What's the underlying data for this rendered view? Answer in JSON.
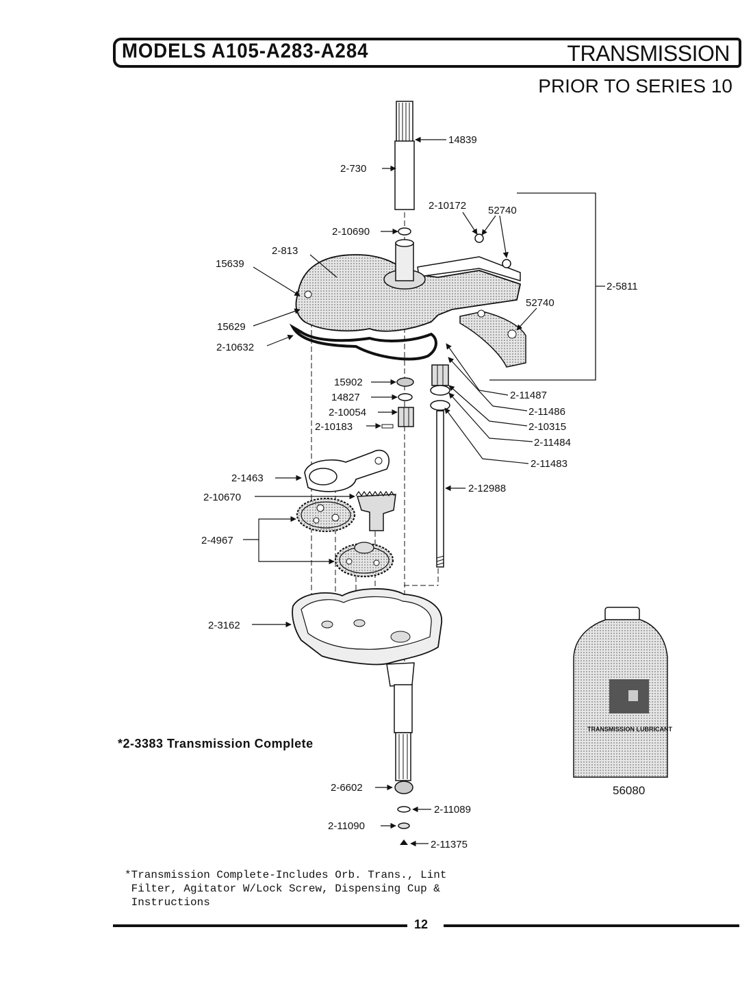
{
  "header": {
    "models": "MODELS A105-A283-A284",
    "section": "TRANSMISSION",
    "subtitle": "PRIOR TO SERIES 10"
  },
  "callouts": {
    "p14839": "14839",
    "p2_730": "2-730",
    "p2_10172": "2-10172",
    "p52740a": "52740",
    "p2_10690": "2-10690",
    "p2_813": "2-813",
    "p15639": "15639",
    "p2_5811": "2-5811",
    "p52740b": "52740",
    "p15629": "15629",
    "p2_10632": "2-10632",
    "p15902": "15902",
    "p14827": "14827",
    "p2_10054": "2-10054",
    "p2_10183": "2-10183",
    "p2_11487": "2-11487",
    "p2_11486": "2-11486",
    "p2_10315": "2-10315",
    "p2_11484": "2-11484",
    "p2_11483": "2-11483",
    "p2_1463": "2-1463",
    "p2_12988": "2-12988",
    "p2_10670": "2-10670",
    "p2_4967": "2-4967",
    "p2_3162": "2-3162",
    "p2_6602": "2-6602",
    "p2_11089": "2-11089",
    "p2_11090": "2-11090",
    "p2_11375": "2-11375",
    "p56080": "56080"
  },
  "bottle": {
    "label_text": "TRANSMISSION LUBRICANT"
  },
  "complete_note": "*2-3383 Transmission Complete",
  "footnote": "*Transmission Complete-Includes Orb. Trans., Lint\n Filter, Agitator W/Lock Screw, Dispensing Cup &\n Instructions",
  "page_number": "12"
}
